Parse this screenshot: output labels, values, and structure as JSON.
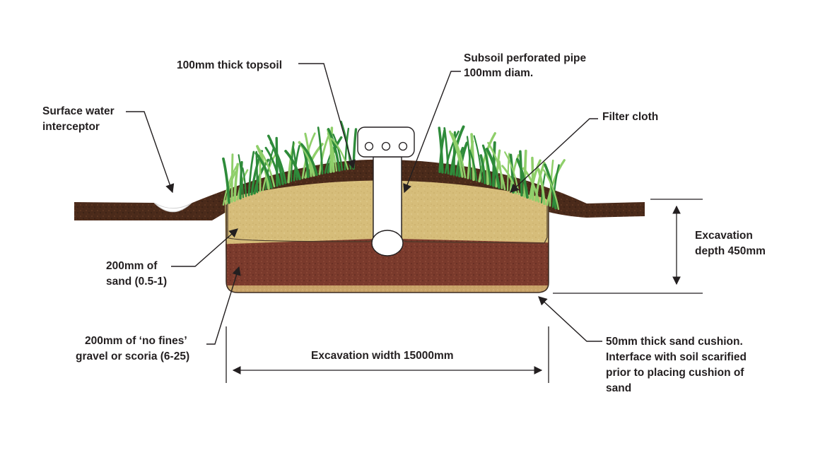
{
  "labels": {
    "topsoil": "100mm thick topsoil",
    "pipe_line1": "Subsoil perforated pipe",
    "pipe_line2": "100mm diam.",
    "interceptor_line1": "Surface water",
    "interceptor_line2": "interceptor",
    "filter_cloth": "Filter cloth",
    "depth_line1": "Excavation",
    "depth_line2": "depth 450mm",
    "sand_line1": "200mm of",
    "sand_line2": "sand (0.5-1)",
    "gravel_line1": "200mm of ‘no fines’",
    "gravel_line2": "gravel or scoria (6-25)",
    "width": "Excavation width 15000mm",
    "cushion_line1": "50mm thick sand cushion.",
    "cushion_line2": "Interface with soil scarified",
    "cushion_line3": "prior to placing cushion of",
    "cushion_line4": "sand"
  },
  "colors": {
    "topsoil": "#4a2a1a",
    "sand": "#d6bd7a",
    "gravel": "#7a3a2c",
    "cushion": "#c9a46a",
    "pipe": "#ffffff",
    "grass_dark": "#2e8b3a",
    "grass_light": "#8fcf6a",
    "ink": "#231f20"
  }
}
